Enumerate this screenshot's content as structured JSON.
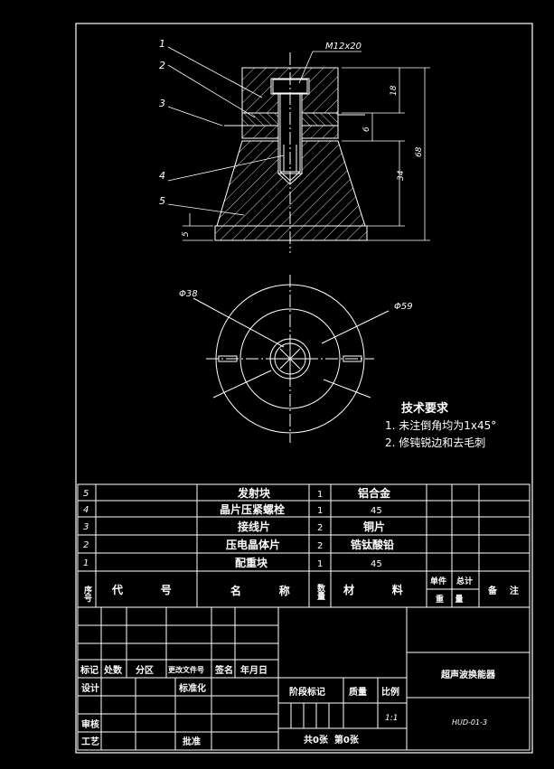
{
  "drawing": {
    "callouts": [
      "1",
      "2",
      "3",
      "4",
      "5"
    ],
    "thread_label": "M12x20",
    "dimensions": {
      "top_block_height": "18",
      "thread_gap": "6",
      "cone_height": "34",
      "total_height": "68",
      "base_step": "5",
      "inner_diameter": "Φ38",
      "outer_diameter": "Φ59"
    }
  },
  "tech_notes": {
    "title": "技术要求",
    "items": [
      "1. 未注倒角均为1x45°",
      "2. 修钝锐边和去毛刺"
    ]
  },
  "parts": [
    {
      "no": "5",
      "name": "发射块",
      "qty": "1",
      "material": "铝合金"
    },
    {
      "no": "4",
      "name": "晶片压紧螺栓",
      "qty": "1",
      "material": "45"
    },
    {
      "no": "3",
      "name": "接线片",
      "qty": "2",
      "material": "铜片"
    },
    {
      "no": "2",
      "name": "压电晶体片",
      "qty": "2",
      "material": "锆钛酸铅"
    },
    {
      "no": "1",
      "name": "配重块",
      "qty": "1",
      "material": "45"
    }
  ],
  "parts_header": {
    "no": "序号",
    "code": "代          号",
    "name": "名          称",
    "qty": "数量",
    "material": "材          料",
    "unit": "单件",
    "total": "总计",
    "weight": "重    量",
    "remark": "备    注"
  },
  "title_block": {
    "mark": "标记",
    "count": "处数",
    "zone": "分区",
    "change_doc": "更改文件号",
    "signature": "签名",
    "date": "年月日",
    "design": "设计",
    "standard": "标准化",
    "review": "审核",
    "process": "工艺",
    "approve": "批准",
    "stage_mark": "阶段标记",
    "weight": "质量",
    "scale": "比例",
    "scale_value": "1:1",
    "sheets": "共0张  第0张",
    "drawing_name": "超声波换能器",
    "drawing_code": "HUD-01-3"
  }
}
